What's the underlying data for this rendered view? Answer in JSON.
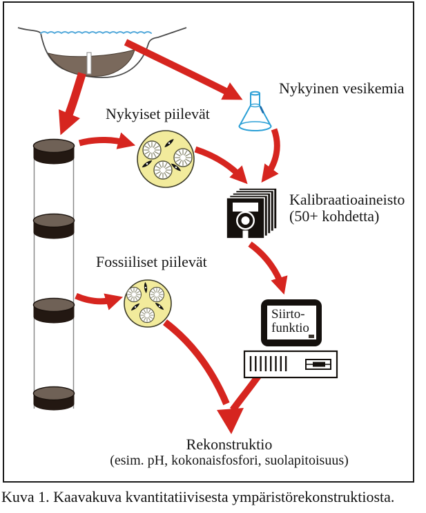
{
  "diagram": {
    "labels": {
      "nykyinen_vesikemia": "Nykyinen vesikemia",
      "nykyiset_pilevat": "Nykyiset piilevät",
      "kalibraatio_line1": "Kalibraatioaineisto",
      "kalibraatio_line2": "(50+ kohdetta)",
      "fossiiliset_pilevat": "Fossiiliset piilevät",
      "siirtofunktio_line1": "Siirto-",
      "siirtofunktio_line2": "funktio",
      "rekonstruktio_line1": "Rekonstruktio",
      "rekonstruktio_line2": "(esim. pH, kokonaisfosfori, suolapitoisuus)"
    },
    "caption": "Kuva 1. Kaavakuva kvantitatiivisesta ympäristörekonstruktiosta.",
    "colors": {
      "arrow_red": "#d6251f",
      "flask_blue": "#2a9fd6",
      "water_blue": "#58abdb",
      "dish_yellow": "#f2eb9c",
      "sediment_brown": "#7a695c",
      "core_top_brown": "#6f6156",
      "core_side_dark": "#231812"
    }
  }
}
